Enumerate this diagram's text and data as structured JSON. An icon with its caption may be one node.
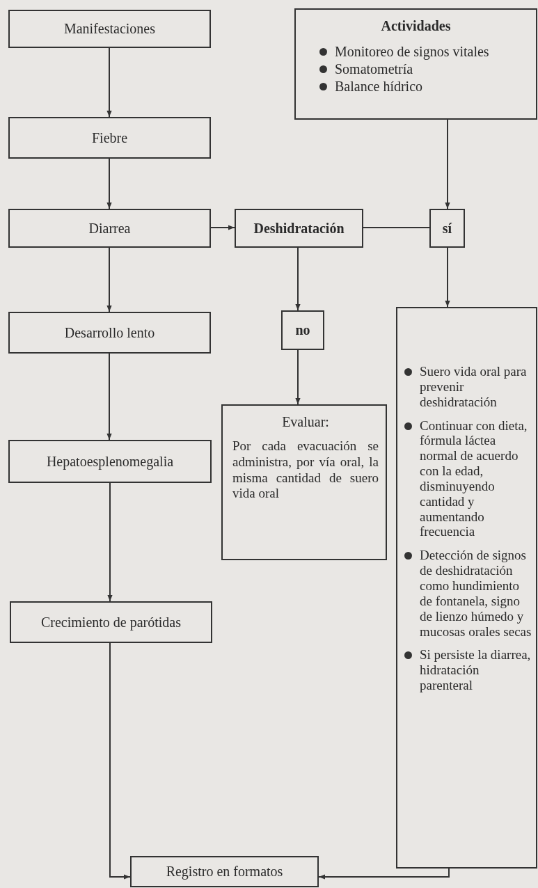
{
  "diagram": {
    "nodes": [
      {
        "text": [
          "Manifestaciones"
        ]
      },
      {
        "text": [
          "Fiebre"
        ]
      },
      {
        "text": [
          "Diarrea"
        ]
      },
      {
        "text": [
          "Desarrollo lento"
        ]
      },
      {
        "text": [
          "Hepatoesplenomegalia"
        ]
      },
      {
        "text": [
          "Crecimiento de parótidas"
        ]
      },
      {
        "text": [
          "Registro en formatos"
        ]
      },
      {
        "text": [
          "Actividades",
          "Monitoreo de signos vitales",
          "Somatometría",
          "Balance hídrico"
        ]
      },
      {
        "text": [
          "Deshidratación"
        ]
      },
      {
        "text": [
          "sí"
        ]
      },
      {
        "text": [
          "no"
        ]
      },
      {
        "text": [
          "Evaluar:",
          "Por cada evacuación se administra, por vía oral, la misma cantidad de suero vida oral"
        ]
      },
      {
        "text": [
          "Suero vida oral para prevenir deshidratación",
          "Continuar con dieta, fórmula láctea normal de acuerdo con la edad, disminuyendo cantidad y aumentando frecuencia",
          "Detección de signos de deshidratación como hundimiento de fontanela, signo de lienzo húmedo y mucosas orales secas",
          "Si persiste la diarrea, hidratación parenteral"
        ]
      }
    ],
    "edges": [
      {
        "from": 0,
        "to": 1,
        "arrow": "to"
      },
      {
        "from": 1,
        "to": 2,
        "arrow": "to"
      },
      {
        "from": 2,
        "to": 3,
        "arrow": "to"
      },
      {
        "from": 3,
        "to": 4,
        "arrow": "to"
      },
      {
        "from": 4,
        "to": 5,
        "arrow": "to"
      },
      {
        "from": 5,
        "to": 6,
        "arrow": "to"
      },
      {
        "from": 2,
        "to": 8,
        "arrow": "to"
      },
      {
        "from": 8,
        "to": 9,
        "arrow": "none"
      },
      {
        "from": 7,
        "to": 9,
        "arrow": "to"
      },
      {
        "from": 9,
        "to": 12,
        "arrow": "to"
      },
      {
        "from": 8,
        "to": 10,
        "arrow": "to"
      },
      {
        "from": 10,
        "to": 11,
        "arrow": "to"
      },
      {
        "from": 12,
        "to": 6,
        "arrow": "to"
      }
    ]
  }
}
